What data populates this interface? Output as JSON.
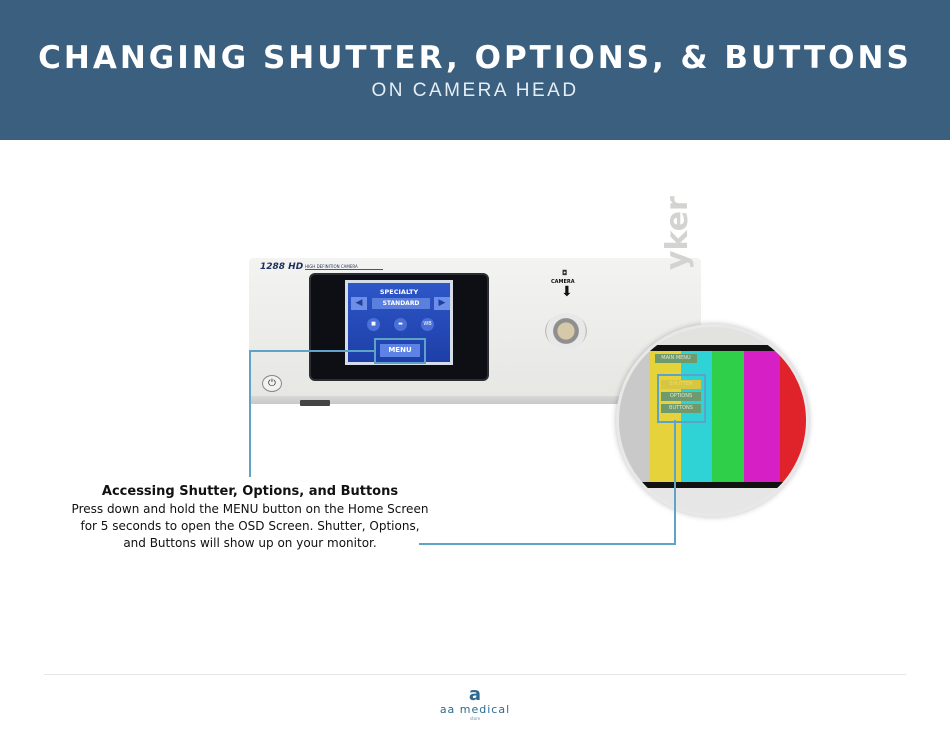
{
  "header": {
    "title": "CHANGING SHUTTER, OPTIONS, & BUTTONS",
    "subtitle": "ON CAMERA HEAD",
    "background_color": "#3a5f7f"
  },
  "device": {
    "brand": "1288 HD",
    "brand_sub": "HIGH DEFINITION CAMERA",
    "screen": {
      "label": "SPECIALTY",
      "value": "STANDARD",
      "left_arrow": "◀",
      "right_arrow": "▶",
      "icons": [
        "camera-icon",
        "film-icon",
        "wb-icon"
      ],
      "wb_label": "WB",
      "menu_label": "MENU"
    },
    "power_symbol": "⏻",
    "camera_port_label": "CAMERA",
    "camera_arrow": "⬇",
    "manufacturer_partial": "yker"
  },
  "monitor_zoom": {
    "osd_items": [
      "MAIN MENU",
      "SHUTTER",
      "OPTIONS",
      "BUTTONS"
    ],
    "color_bars": [
      "#c9c9c9",
      "#e6d23a",
      "#2fd3d6",
      "#2fcf4a",
      "#d61fc4",
      "#e0232a"
    ]
  },
  "callout": {
    "heading": "Accessing Shutter, Options, and Buttons",
    "body": "Press down and hold the MENU button on the Home Screen for 5 seconds to open the OSD Screen. Shutter, Options, and Buttons will show up on your monitor.",
    "line_color": "#5fa3c8"
  },
  "footer": {
    "logo_mark": "a",
    "logo_name": "aa medical",
    "logo_sub": "store"
  }
}
